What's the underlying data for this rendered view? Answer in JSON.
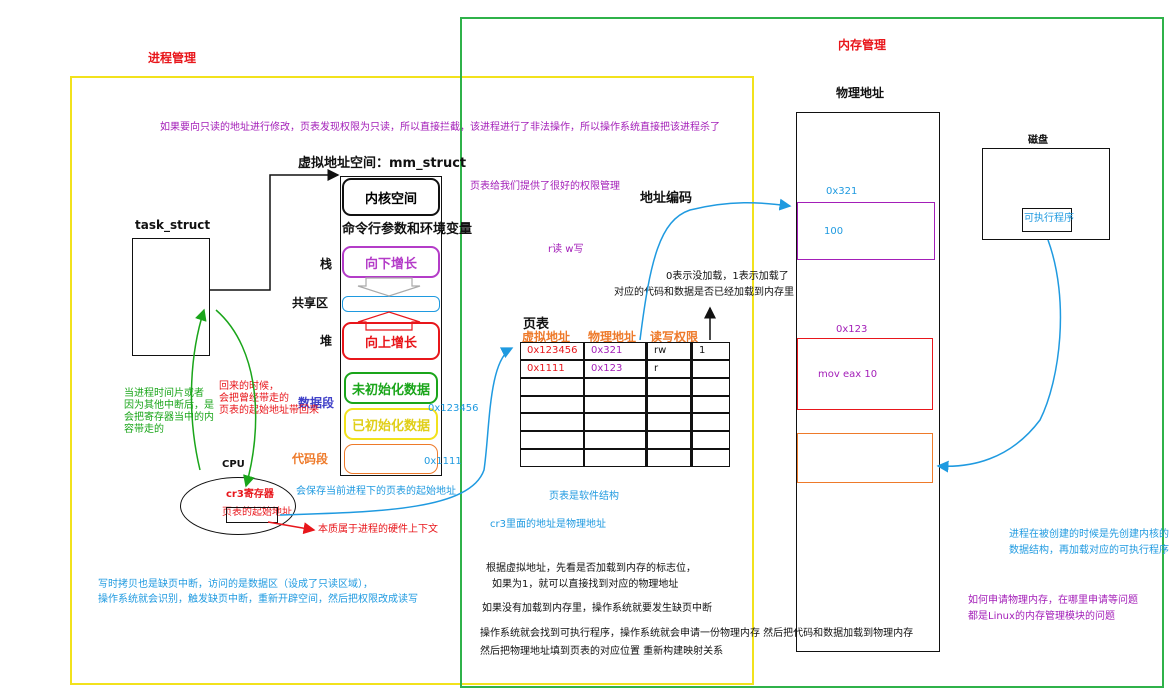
{
  "sections": {
    "process_mgmt": "进程管理",
    "memory_mgmt": "内存管理"
  },
  "notes": {
    "readonly_warning": "如果要向只读的地址进行修改，页表发现权限为只读，所以直接拦截，该进程进行了非法操作，所以操作系统直接把该进程杀了",
    "permission_mgmt": "页表给我们提供了很好的权限管理",
    "rw_legend": "r读 w写",
    "flag_line1": "0表示没加载，1表示加载了",
    "flag_line2": "对应的代码和数据是否已经加载到内存里",
    "save_addr": "会保存当前进程下的页表的起始地址",
    "hw_context": "本质属于进程的硬件上下文",
    "pagetable_software": "页表是软件结构",
    "cr3_physical": "cr3里面的地址是物理地址",
    "switch_out": [
      "当进程时间片或者",
      "因为其他中断后，是",
      "会把寄存器当中的内",
      "容带走的"
    ],
    "switch_back": [
      "回来的时候，",
      "会把曾经带走的",
      "页表的起始地址带回来"
    ],
    "cow": [
      "写时拷贝也是缺页中断，访问的是数据区（设成了只读区域），",
      "操作系统就会识别，触发缺页中断，重新开辟空间，然后把权限改成读写"
    ],
    "lookup": [
      "根据虚拟地址，先看是否加载到内存的标志位，",
      "如果为1，就可以直接找到对应的物理地址"
    ],
    "page_fault": "如果没有加载到内存里，操作系统就要发生缺页中断",
    "load_steps": [
      "操作系统就会找到可执行程序，操作系统就会申请一份物理内存  然后把代码和数据加载到物理内存",
      "然后把物理地址填到页表的对应位置  重新构建映射关系"
    ],
    "create_order": [
      "进程在被创建的时候是先创建内核的",
      "数据结构，再加载对应的可执行程序"
    ],
    "linux_question": [
      "如何申请物理内存，在哪里申请等问题",
      "都是Linux的内存管理模块的问题"
    ]
  },
  "task_struct": {
    "label": "task_struct"
  },
  "cpu": {
    "label": "CPU",
    "register": "cr3寄存器",
    "start_addr": "页表的起始地址"
  },
  "virtual_space": {
    "title": "虚拟地址空间：mm_struct",
    "kernel": "内核空间",
    "cmdline": "命令行参数和环境变量",
    "stack_label": "栈",
    "stack_grow": "向下增长",
    "shared_label": "共享区",
    "heap_label": "堆",
    "heap_grow": "向上增长",
    "data_label": "数据段",
    "bss": "未初始化数据",
    "init_data": "已初始化数据",
    "code_label": "代码段",
    "addr_data": "0x123456",
    "addr_code": "0x1111"
  },
  "page_table": {
    "title": "页表",
    "headers": [
      "虚拟地址",
      "物理地址",
      "读写权限"
    ],
    "rows": [
      [
        "0x123456",
        "0x321",
        "rw",
        "1"
      ],
      [
        "0x1111",
        "0x123",
        "r",
        ""
      ],
      [
        "",
        "",
        "",
        ""
      ],
      [
        "",
        "",
        "",
        ""
      ],
      [
        "",
        "",
        "",
        ""
      ],
      [
        "",
        "",
        "",
        ""
      ],
      [
        "",
        "",
        "",
        ""
      ]
    ],
    "addr_encoding": "地址编码"
  },
  "physical": {
    "title": "物理地址",
    "addr1": "0x321",
    "value1": "100",
    "addr2": "0x123",
    "value2": "mov eax 10"
  },
  "disk": {
    "title": "磁盘",
    "exec": "可执行程序"
  },
  "colors": {
    "process_frame": "#f2e21c",
    "memory_frame": "#2fb24a",
    "arrow_blue": "#1f9ae0",
    "arrow_green": "#1aa51a",
    "red": "#e8161b",
    "purple": "#a31eb8"
  }
}
